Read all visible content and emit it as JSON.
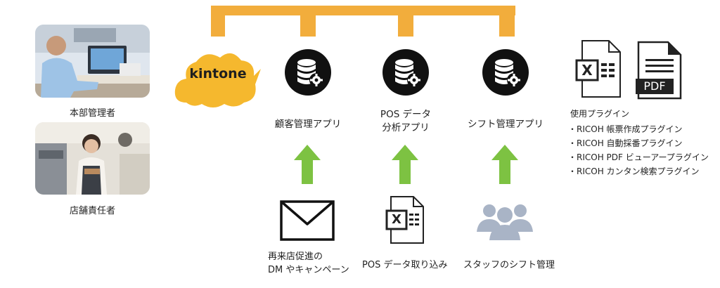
{
  "roles": [
    {
      "label": "本部管理者"
    },
    {
      "label": "店舗責任者"
    }
  ],
  "platform": {
    "logo_text": "kintone"
  },
  "apps": [
    {
      "label_line1": "顧客管理アプリ",
      "label_line2": ""
    },
    {
      "label_line1": "POS データ",
      "label_line2": "分析アプリ"
    },
    {
      "label_line1": "シフト管理アプリ",
      "label_line2": ""
    }
  ],
  "sources": [
    {
      "label_line1": "再来店促進の",
      "label_line2": "DM やキャンペーン"
    },
    {
      "label_line1": "POS データ取り込み",
      "label_line2": ""
    },
    {
      "label_line1": "スタッフのシフト管理",
      "label_line2": ""
    }
  ],
  "file_icons": {
    "excel_letter": "X",
    "pdf_text": "PDF"
  },
  "plugins": {
    "title": "使用プラグイン",
    "items": [
      "・RICOH 帳票作成プラグイン",
      "・RICOH 自動採番プラグイン",
      "・RICOH PDF ビューアープラグイン",
      "・RICOH カンタン検索プラグイン"
    ]
  },
  "colors": {
    "accent": "#f2ad3c",
    "kintone_cloud": "#f5b82e",
    "arrow_green": "#7dc242",
    "icon_dark": "#111111",
    "people_gray": "#a9b4c6"
  }
}
